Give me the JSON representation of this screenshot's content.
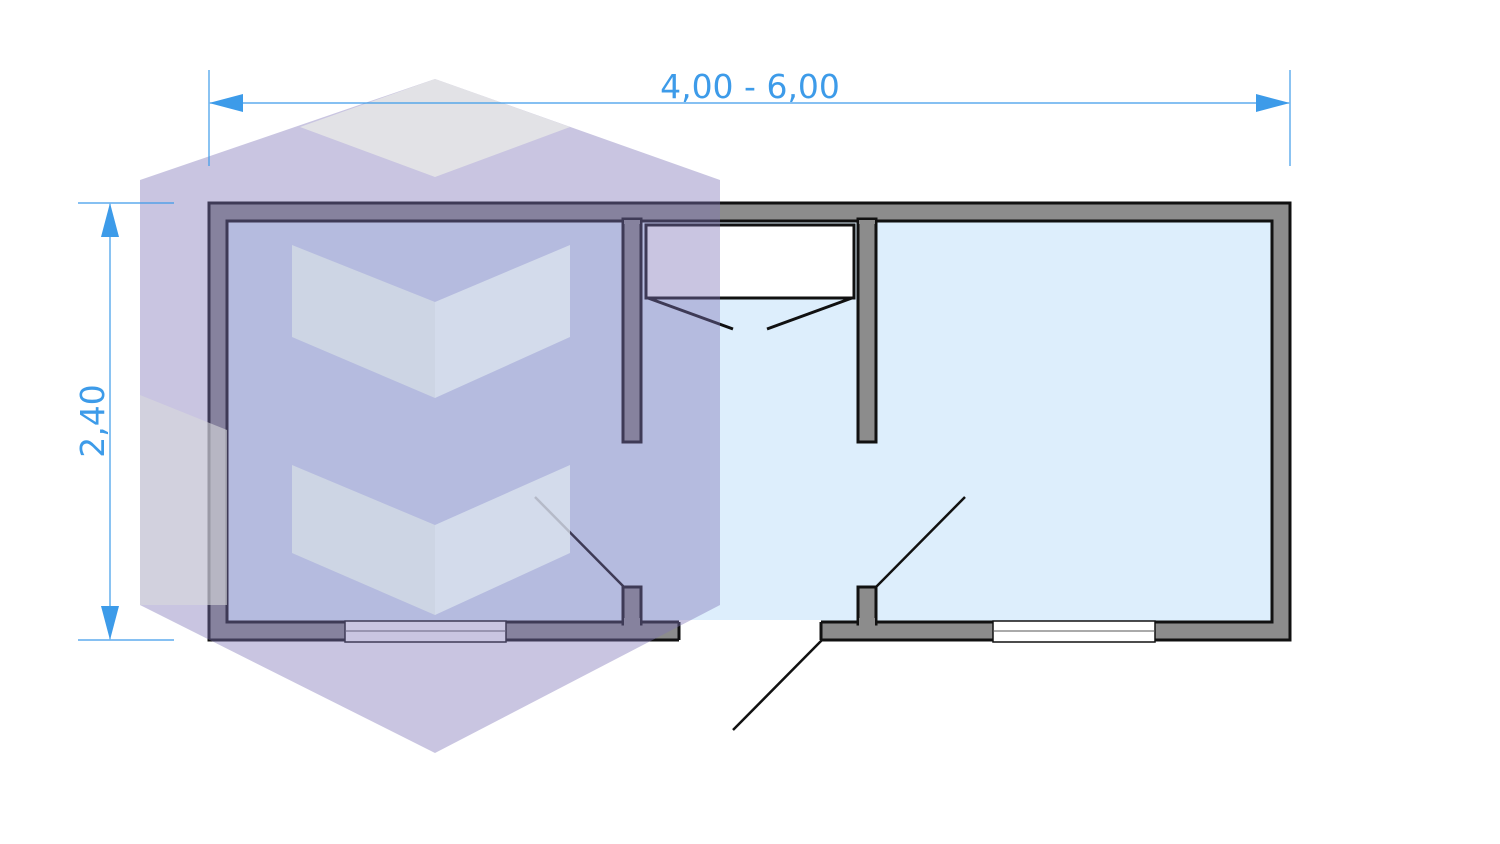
{
  "dimensions": {
    "width_label": "4,00 - 6,00",
    "height_label": "2,40"
  },
  "colors": {
    "dimension": "#3d9be9",
    "wall": "#8c8c8c",
    "floor": "#ddeefc",
    "overlay": "#7f74b8"
  },
  "logo": {
    "name": "isometric-cube-logo"
  }
}
